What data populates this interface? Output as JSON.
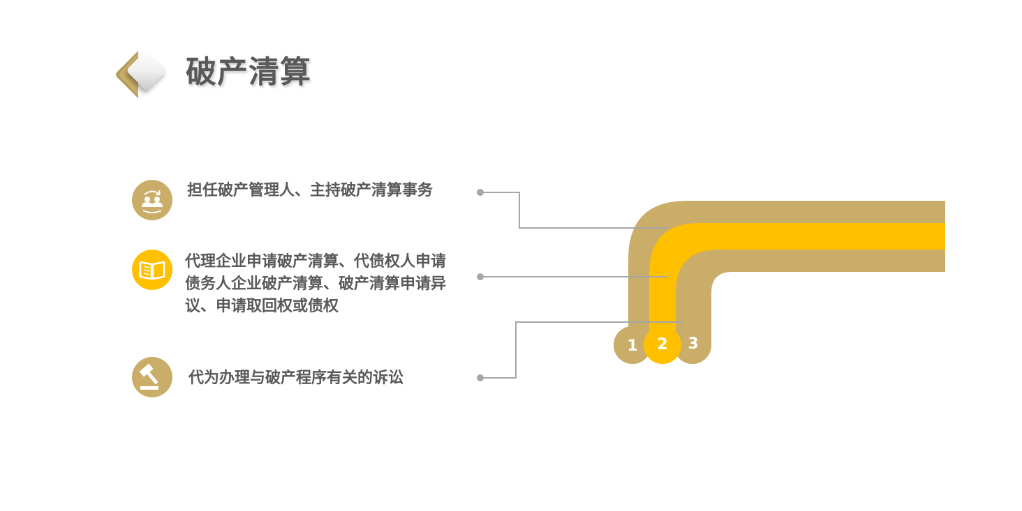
{
  "title": "破产清算",
  "colors": {
    "gold": "#c9ad68",
    "yellow": "#ffc000",
    "line": "#a6a6a6",
    "text": "#595959"
  },
  "items": [
    {
      "icon": "people-exchange-icon",
      "text": "担任破产管理人、主持破产清算事务",
      "color": "#c9ad68"
    },
    {
      "icon": "open-book-icon",
      "text": "代理企业申请破产清算、代债权人申请债务人企业破产清算、破产清算申请异议、申请取回权或债权",
      "color": "#ffc000"
    },
    {
      "icon": "gavel-icon",
      "text": "代为办理与破产程序有关的诉讼",
      "color": "#c9ad68"
    }
  ],
  "numbers": [
    "1",
    "2",
    "3"
  ]
}
